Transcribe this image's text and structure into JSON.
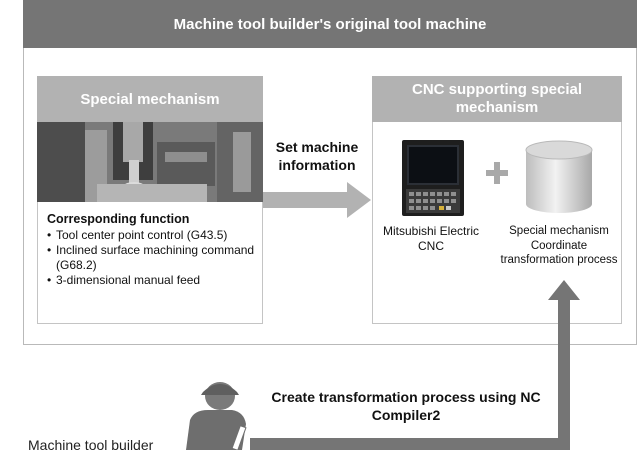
{
  "outer": {
    "title": "Machine tool builder's original tool machine"
  },
  "left_panel": {
    "title": "Special mechanism",
    "function_title": "Corresponding function",
    "functions": [
      "Tool center point control (G43.5)",
      "Inclined surface machining command (G68.2)",
      "3-dimensional manual feed"
    ]
  },
  "arrow_set": {
    "label": "Set machine information"
  },
  "right_panel": {
    "title": "CNC supporting special mechanism",
    "cnc_label": "Mitsubishi Electric CNC",
    "process_label": "Special mechanism Coordinate transformation process"
  },
  "arrow_create": {
    "label": "Create transformation process using NC Compiler2"
  },
  "builder": {
    "label": "Machine tool builder"
  },
  "colors": {
    "header_dark": "#757575",
    "header_light": "#b2b2b2",
    "arrow": "#757575",
    "plus": "#a9a9a9"
  }
}
